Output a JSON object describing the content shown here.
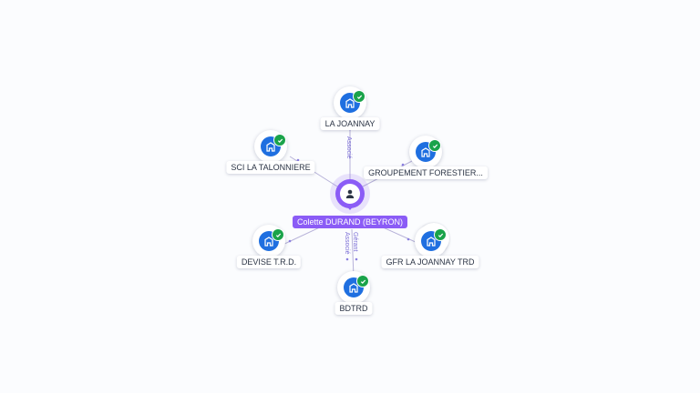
{
  "center": {
    "label": "Colette DURAND (BEYRON)",
    "icon": "person-icon",
    "color": "#8b5cf6"
  },
  "companies": [
    {
      "id": "la-joannay",
      "label": "LA JOANNAY",
      "icon": "company-icon",
      "verified": true
    },
    {
      "id": "sci-la-talonniere",
      "label": "SCI LA TALONNIERE",
      "icon": "company-icon",
      "verified": true
    },
    {
      "id": "groupement-forestier",
      "label": "GROUPEMENT FORESTIER...",
      "icon": "company-icon",
      "verified": true
    },
    {
      "id": "devise-trd",
      "label": "DEVISE T.R.D.",
      "icon": "company-icon",
      "verified": true
    },
    {
      "id": "gfr-la-joannay-trd",
      "label": "GFR LA JOANNAY TRD",
      "icon": "company-icon",
      "verified": true
    },
    {
      "id": "bdtrd",
      "label": "BDTRD",
      "icon": "company-icon",
      "verified": true
    }
  ],
  "edge_labels": {
    "la_joannay": "Associé",
    "bdtrd_1": "Gérant",
    "bdtrd_2": "Associé"
  },
  "colors": {
    "company": "#1f6fe0",
    "verified": "#1aa34a",
    "edge": "#9a93c9"
  }
}
